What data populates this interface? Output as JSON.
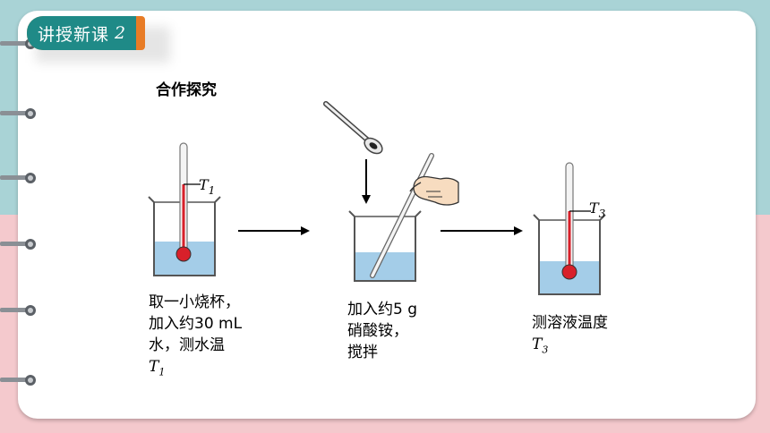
{
  "header": {
    "tag_label": "讲授新课",
    "tag_number": "2"
  },
  "section": {
    "title": "合作探究"
  },
  "steps": [
    {
      "lines": [
        "取一小烧杯，",
        "加入约30 mL",
        "水，测水温"
      ],
      "symbol": "T",
      "sub": "1"
    },
    {
      "lines": [
        "加入约5 g",
        "硝酸铵，",
        "搅拌"
      ]
    },
    {
      "lines": [
        "测溶液温度"
      ],
      "symbol": "T",
      "sub": "3"
    }
  ],
  "labels": {
    "t1": "T",
    "t1_sub": "1",
    "t3": "T",
    "t3_sub": "3"
  },
  "colors": {
    "teal": "#1f8a87",
    "orange": "#e87c26",
    "water": "#a4cde8",
    "mercury": "#d8202a"
  },
  "icons": [
    "spiral-ring-icon",
    "spoon-icon",
    "hand-icon",
    "arrow-right-icon",
    "arrow-down-icon"
  ]
}
